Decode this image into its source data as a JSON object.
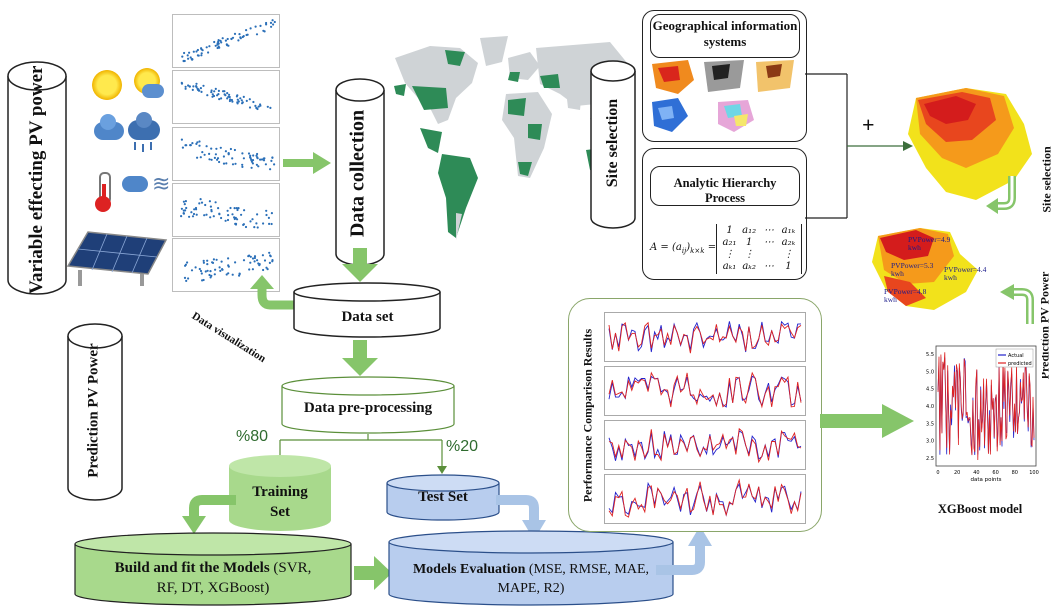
{
  "colors": {
    "green_arrow": "#86c56a",
    "blue_arrow": "#a9c4e6",
    "green_cyl": "#a8d98c",
    "blue_cyl": "#b8cdee",
    "map_green": "#2e8b57",
    "map_grey": "#cfd3d6",
    "actual_series": "#2222cc",
    "predicted_series": "#dd2222"
  },
  "labels": {
    "variable_effecting": "Variable effecting PV power",
    "data_collection": "Data collection",
    "site_selection": "Site selection",
    "site_selection_right": "Site selection",
    "gis": "Geographical information systems",
    "ahp": "Analytic Hierarchy Process",
    "ahp_formula_lhs": "A = (a",
    "ahp_formula_sub": "ij",
    "ahp_formula_rhs": ")",
    "ahp_formula_dims": "k×k",
    "data_visualization": "Data visualization",
    "data_set": "Data set",
    "prediction_pv_left": "Prediction PV Power",
    "prediction_pv_right": "Prediction PV Power",
    "data_preprocessing": "Data pre-processing",
    "pct80": "%80",
    "pct20": "%20",
    "training_set_line1": "Training",
    "training_set_line2": "Set",
    "test_set": "Test Set",
    "build_models_bold": "Build and fit the Models",
    "build_models_rest_1": " (SVR,",
    "build_models_rest_2": "RF, DT, XGBoost)",
    "models_eval_bold": "Models Evaluation",
    "models_eval_rest_1": " (MSE, RMSE, MAE,",
    "models_eval_rest_2": "MAPE, R2)",
    "performance": "Performance  Comparison  Results",
    "xgboost_model": "XGBoost  model",
    "plus": "+"
  },
  "ahp_matrix": [
    [
      "1",
      "a₁₂",
      "⋯",
      "a₁ₖ"
    ],
    [
      "a₂₁",
      "1",
      "⋯",
      "a₂ₖ"
    ],
    [
      "⋮",
      "⋮",
      "",
      "⋮"
    ],
    [
      "aₖ₁",
      "aₖ₂",
      "⋯",
      "1"
    ]
  ],
  "pv_map_labels": [
    {
      "text": "PVPower=4.9",
      "unit": "kwh"
    },
    {
      "text": "PVPower=5.3",
      "unit": "kwh"
    },
    {
      "text": "PVPower=4.4",
      "unit": "kwh"
    },
    {
      "text": "PVPower=4.8",
      "unit": "kwh"
    }
  ],
  "xgb_chart": {
    "legend": [
      "Actual",
      "predicted"
    ],
    "xlabel": "data points",
    "xticks": [
      "0",
      "20",
      "40",
      "60",
      "80",
      "100"
    ],
    "yticks": [
      "2.5",
      "3.0",
      "3.5",
      "4.0",
      "4.5",
      "5.0",
      "5.5"
    ]
  }
}
